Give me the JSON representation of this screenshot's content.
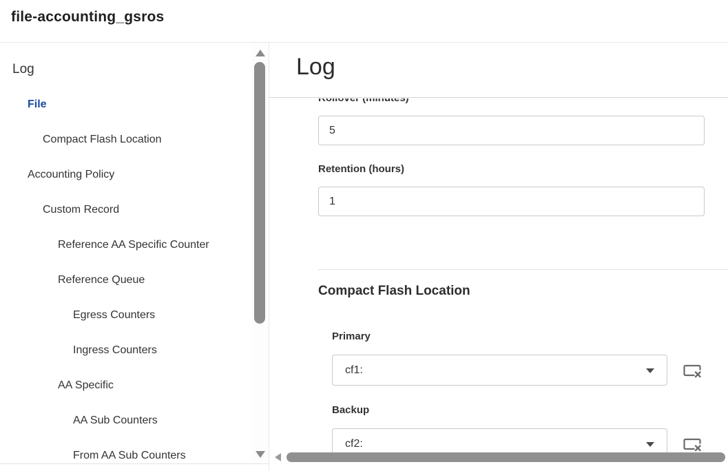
{
  "window": {
    "title": "file-accounting_gsros"
  },
  "colors": {
    "accent_blue": "#1b4aa2",
    "scrollbar_gray": "#8c8c8c",
    "border_light": "#e8e8e8",
    "input_border": "#c9c9c9",
    "text_primary": "#333333"
  },
  "sidebar": {
    "items": [
      {
        "label": "Log",
        "level": 0,
        "selected": false
      },
      {
        "label": "File",
        "level": 1,
        "selected": true
      },
      {
        "label": "Compact Flash Location",
        "level": 2,
        "selected": false
      },
      {
        "label": "Accounting Policy",
        "level": 1,
        "selected": false
      },
      {
        "label": "Custom Record",
        "level": 2,
        "selected": false
      },
      {
        "label": "Reference AA Specific Counter",
        "level": 3,
        "selected": false
      },
      {
        "label": "Reference Queue",
        "level": 3,
        "selected": false
      },
      {
        "label": "Egress Counters",
        "level": 4,
        "selected": false
      },
      {
        "label": "Ingress Counters",
        "level": 4,
        "selected": false
      },
      {
        "label": "AA Specific",
        "level": 3,
        "selected": false
      },
      {
        "label": "AA Sub Counters",
        "level": 4,
        "selected": false
      },
      {
        "label": "From AA Sub Counters",
        "level": 4,
        "selected": false
      }
    ]
  },
  "main": {
    "heading": "Log",
    "fields": [
      {
        "label": "Rollover (minutes)",
        "value": "5"
      },
      {
        "label": "Retention (hours)",
        "value": "1"
      }
    ],
    "section": {
      "heading": "Compact Flash Location",
      "fields": [
        {
          "label": "Primary",
          "value": "cf1:"
        },
        {
          "label": "Backup",
          "value": "cf2:"
        }
      ]
    }
  },
  "icons": {
    "clear_field": "clear-field-icon",
    "dropdown_chevron": "chevron-down-icon",
    "scroll_up": "scroll-up-arrow-icon",
    "scroll_down": "scroll-down-arrow-icon",
    "scroll_left": "scroll-left-arrow-icon"
  }
}
